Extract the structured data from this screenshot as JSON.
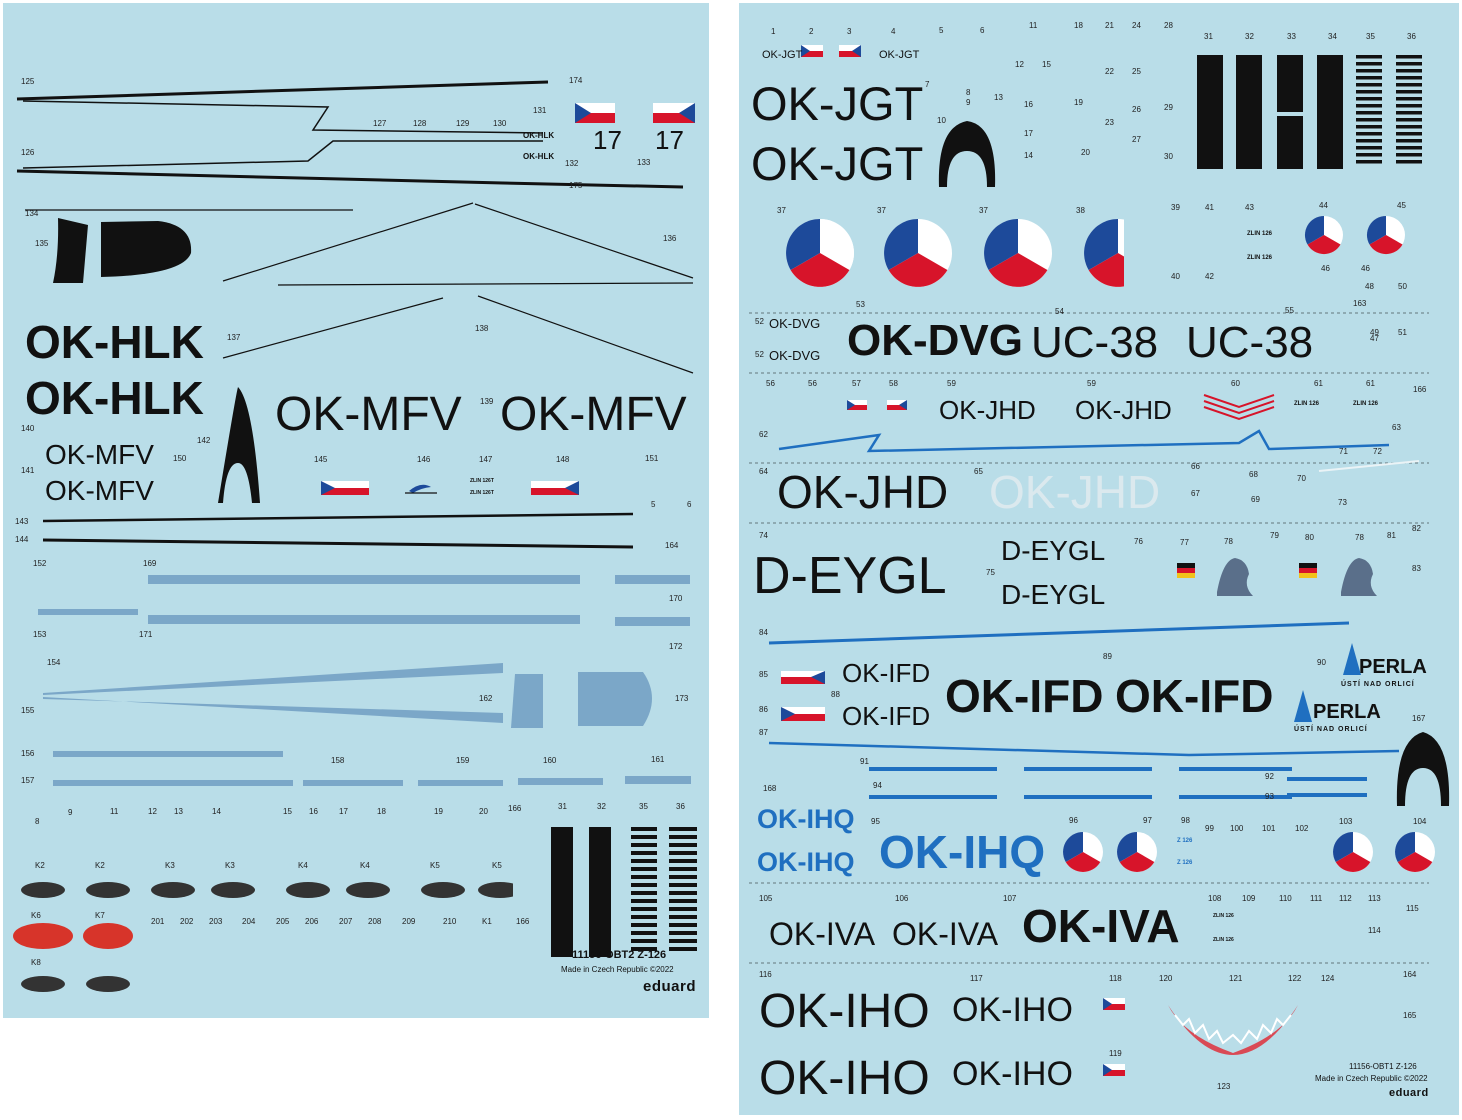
{
  "sheet_obt2": {
    "numbers": [
      "125",
      "126",
      "127",
      "128",
      "129",
      "130",
      "131",
      "132",
      "133",
      "134",
      "135",
      "136",
      "137",
      "138",
      "139",
      "140",
      "141",
      "142",
      "143",
      "144",
      "145",
      "146",
      "147",
      "148",
      "150",
      "151",
      "152",
      "153",
      "154",
      "155",
      "156",
      "157",
      "158",
      "159",
      "160",
      "161",
      "162",
      "164",
      "166",
      "169",
      "170",
      "171",
      "172",
      "173",
      "174",
      "175",
      "5",
      "6",
      "8",
      "9",
      "11",
      "12",
      "13",
      "14",
      "15",
      "16",
      "17",
      "18",
      "19",
      "20",
      "31",
      "32",
      "35",
      "36",
      "201",
      "202",
      "203",
      "204",
      "205",
      "206",
      "207",
      "208",
      "209",
      "210",
      "K1",
      "K2",
      "K3",
      "K4",
      "K5",
      "K6",
      "K7",
      "K8"
    ],
    "registrations": {
      "hlk_large_1": "OK-HLK",
      "hlk_large_2": "OK-HLK",
      "hlk_small_1": "OK-HLK",
      "hlk_small_2": "OK-HLK",
      "mfv_large_1": "OK-MFV",
      "mfv_large_2": "OK-MFV",
      "mfv_medium_1": "OK-MFV",
      "mfv_medium_2": "OK-MFV",
      "tail_number_1": "17",
      "tail_number_2": "17",
      "zlin_1": "ZLIN 126T",
      "zlin_2": "ZLIN 126T"
    },
    "footer": {
      "code": "11156-OBT2 Z-126",
      "made_in": "Made in Czech Republic ©2022",
      "brand": "eduard"
    }
  },
  "sheet_obt1": {
    "numbers": [
      "1",
      "2",
      "3",
      "4",
      "5",
      "6",
      "7",
      "8",
      "9",
      "10",
      "11",
      "12",
      "13",
      "14",
      "15",
      "16",
      "17",
      "18",
      "19",
      "20",
      "21",
      "22",
      "23",
      "24",
      "25",
      "26",
      "27",
      "28",
      "29",
      "30",
      "31",
      "32",
      "33",
      "34",
      "35",
      "36",
      "37",
      "38",
      "39",
      "40",
      "41",
      "42",
      "43",
      "44",
      "45",
      "46",
      "47",
      "48",
      "49",
      "50",
      "51",
      "52",
      "53",
      "54",
      "55",
      "56",
      "57",
      "58",
      "59",
      "60",
      "61",
      "62",
      "63",
      "64",
      "65",
      "66",
      "67",
      "68",
      "69",
      "70",
      "71",
      "72",
      "73",
      "74",
      "75",
      "76",
      "77",
      "78",
      "79",
      "80",
      "81",
      "82",
      "83",
      "84",
      "85",
      "86",
      "87",
      "88",
      "89",
      "90",
      "91",
      "92",
      "93",
      "94",
      "95",
      "96",
      "97",
      "98",
      "99",
      "100",
      "101",
      "102",
      "103",
      "104",
      "105",
      "106",
      "107",
      "108",
      "109",
      "110",
      "111",
      "112",
      "113",
      "114",
      "115",
      "116",
      "117",
      "118",
      "119",
      "120",
      "121",
      "122",
      "123",
      "124",
      "163",
      "164",
      "165",
      "166",
      "167",
      "168"
    ],
    "registrations": {
      "jgt_small_1": "OK-JGT",
      "jgt_small_2": "OK-JGT",
      "jgt_large_1": "OK-JGT",
      "jgt_large_2": "OK-JGT",
      "dvg_small_1": "OK-DVG",
      "dvg_small_2": "OK-DVG",
      "dvg_large": "OK-DVG",
      "uc38_1": "UC-38",
      "uc38_2": "UC-38",
      "jhd_1": "OK-JHD",
      "jhd_2": "OK-JHD",
      "jhd_large": "OK-JHD",
      "jhd_ghost": "OK-JHD",
      "eygl_large": "D-EYGL",
      "eygl_small_1": "D-EYGL",
      "eygl_small_2": "D-EYGL",
      "ifd_small_1": "OK-IFD",
      "ifd_small_2": "OK-IFD",
      "ifd_large_1": "OK-IFD",
      "ifd_large_2": "OK-IFD",
      "ihq_small_1": "OK-IHQ",
      "ihq_small_2": "OK-IHQ",
      "ihq_large": "OK-IHQ",
      "iva_1": "OK-IVA",
      "iva_2": "OK-IVA",
      "iva_large": "OK-IVA",
      "iho_large_1": "OK-IHO",
      "iho_large_2": "OK-IHO",
      "iho_med_1": "OK-IHO",
      "iho_med_2": "OK-IHO",
      "zlin_a": "ZLIN 126",
      "zlin_b": "ZLIN 126",
      "zlin_c": "ZLIN 126",
      "zlin_d": "ZLIN 126",
      "zlin_e": "ZLIN 126",
      "zlin_f": "ZLIN 126",
      "z126_a": "Z 126",
      "z126_b": "Z 126",
      "perla_1": "PERLA",
      "perla_2": "PERLA",
      "perla_sub_1": "ÚSTÍ NAD ORLICÍ",
      "perla_sub_2": "ÚSTÍ NAD ORLICÍ"
    },
    "footer": {
      "code": "11156-OBT1 Z-126",
      "made_in": "Made in Czech Republic ©2022",
      "brand": "eduard"
    }
  },
  "colors": {
    "sheet_background": "#b9dde8",
    "black": "#111111",
    "czech_red": "#d7142a",
    "czech_blue": "#1d4a9a",
    "stripe_blue": "#1f6fc0",
    "grey_blue": "#7ba7c8",
    "white": "#ffffff"
  }
}
